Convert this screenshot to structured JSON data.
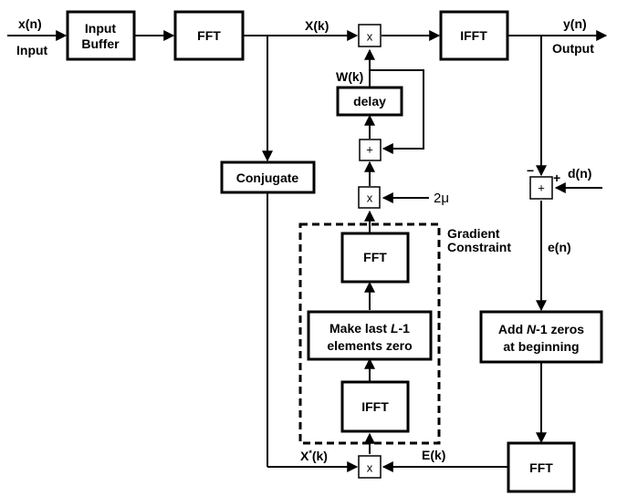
{
  "blocks": {
    "input_buffer": [
      "Input",
      "Buffer"
    ],
    "fft_main": "FFT",
    "ifft_main": "IFFT",
    "delay": "delay",
    "conjugate": "Conjugate",
    "gc_fft": "FFT",
    "gc_zero": [
      "Make last ",
      "L",
      "-1",
      "elements zero"
    ],
    "gc_ifft": "IFFT",
    "add_zeros": [
      "Add ",
      "N",
      "-1 zeros",
      "at beginning"
    ],
    "fft_error": "FFT"
  },
  "operators": {
    "mult_top": "x",
    "sum_weight": "+",
    "mult_mu": "x",
    "sum_error": "+",
    "mult_bottom": "x"
  },
  "labels": {
    "x_n": "x(n)",
    "input": "Input",
    "X_k": "X(k)",
    "y_n": "y(n)",
    "output": "Output",
    "W_k": "W(k)",
    "two_mu": "2μ",
    "gradient_constraint": [
      "Gradient",
      "Constraint"
    ],
    "d_n": "d(n)",
    "e_n": "e(n)",
    "minus": "−",
    "plus": "+",
    "Xconj_k": "X*(k)",
    "E_k": "E(k)"
  }
}
